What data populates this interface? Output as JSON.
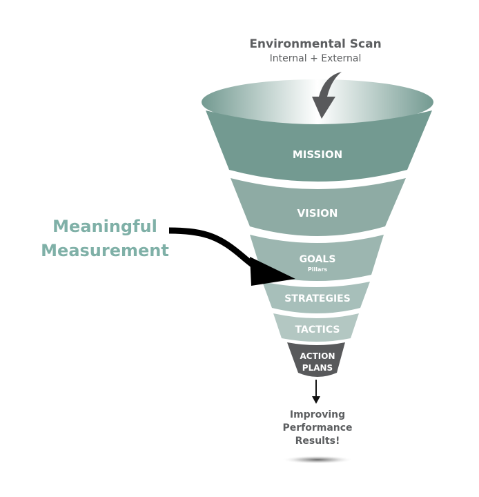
{
  "header": {
    "title": "Environmental Scan",
    "subtitle": "Internal + External"
  },
  "side_label": {
    "line1": "Meaningful",
    "line2": "Measurement"
  },
  "funnel": {
    "stages": [
      {
        "label": "MISSION",
        "sublabel": "",
        "color": "#739a91"
      },
      {
        "label": "VISION",
        "sublabel": "",
        "color": "#8eaba4"
      },
      {
        "label": "GOALS",
        "sublabel": "Pillars",
        "color": "#9cb6b0"
      },
      {
        "label": "STRATEGIES",
        "sublabel": "",
        "color": "#a7bfba"
      },
      {
        "label": "TACTICS",
        "sublabel": "",
        "color": "#b3c7c2"
      },
      {
        "label": "ACTION",
        "sublabel": "PLANS",
        "color": "#58595b"
      }
    ],
    "rim_color_edge": "#739a91",
    "rim_color_center": "#ffffff"
  },
  "result": {
    "line1": "Improving",
    "line2": "Performance",
    "line3": "Results!"
  },
  "colors": {
    "header_text": "#5c5e60",
    "side_text": "#7fb0a7",
    "scan_arrow": "#58595b",
    "measure_arrow": "#000000"
  }
}
